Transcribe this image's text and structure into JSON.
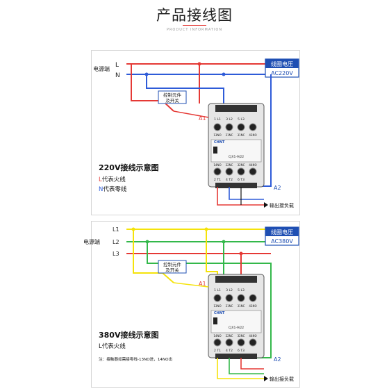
{
  "header": {
    "title": "产品接线图",
    "subtitle": "PRODUCT INFORMATION"
  },
  "colors": {
    "live": "#e53935",
    "neutral": "#2e5bd8",
    "phase1": "#f5e30a",
    "phase2": "#33b84a",
    "phase3": "#e53935",
    "load": "#111111",
    "label_box": "#1f4fb3"
  },
  "diagram_220": {
    "source_label": "电源端",
    "line_labels": [
      "L",
      "N"
    ],
    "coil_label_line1": "线圈电压",
    "coil_label_line2": "AC220V",
    "control_label_line1": "控制元件",
    "control_label_line2": "及开关",
    "a1_label": "A1",
    "a2_label": "A2",
    "top_terminals": [
      "1 L1",
      "3 L2",
      "5 L3",
      "13NO",
      "21NC",
      "31NC",
      "43NO"
    ],
    "brand": "CHNT",
    "model": "CJX1-9/22",
    "bottom_terminals": [
      "14NO",
      "22NC",
      "32NC",
      "44NO",
      "2 T1",
      "4 T2",
      "6 T3"
    ],
    "output_label": "输出接负载",
    "caption_title": "220V接线示意图",
    "caption_line1_letter": "L",
    "caption_line1_text": "代表火线",
    "caption_line2_letter": "N",
    "caption_line2_text": "代表零线"
  },
  "diagram_380": {
    "source_label": "电源端",
    "line_labels": [
      "L1",
      "L2",
      "L3"
    ],
    "coil_label_line1": "线圈电压",
    "coil_label_line2": "AC380V",
    "control_label_line1": "控制元件",
    "control_label_line2": "及开关",
    "a1_label": "A1",
    "a2_label": "A2",
    "top_terminals": [
      "1 L1",
      "3 L2",
      "5 L3",
      "13NO",
      "21NC",
      "31NC",
      "43NO"
    ],
    "brand": "CHNT",
    "model": "CJX1-9/22",
    "bottom_terminals": [
      "14NO",
      "22NC",
      "32NC",
      "44NO",
      "2 T1",
      "4 T2",
      "6 T3"
    ],
    "output_label": "输出接负载",
    "caption_title": "380V接线示意图",
    "caption_line1": "L代表火线",
    "note": "注：接触器如需接零线-13NO进，14NO出"
  }
}
